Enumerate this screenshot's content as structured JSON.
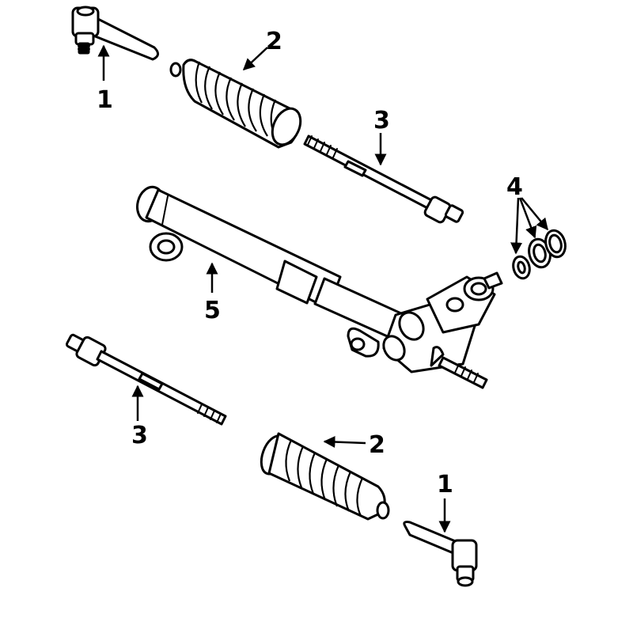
{
  "colors": {
    "line": "#000000",
    "background": "#ffffff"
  },
  "callouts": {
    "tie_rod_end_top": "1",
    "boot_top": "2",
    "inner_tie_rod_top": "3",
    "seals": "4",
    "rack_assembly": "5",
    "inner_tie_rod_bottom": "3",
    "boot_bottom": "2",
    "tie_rod_end_bottom": "1"
  }
}
